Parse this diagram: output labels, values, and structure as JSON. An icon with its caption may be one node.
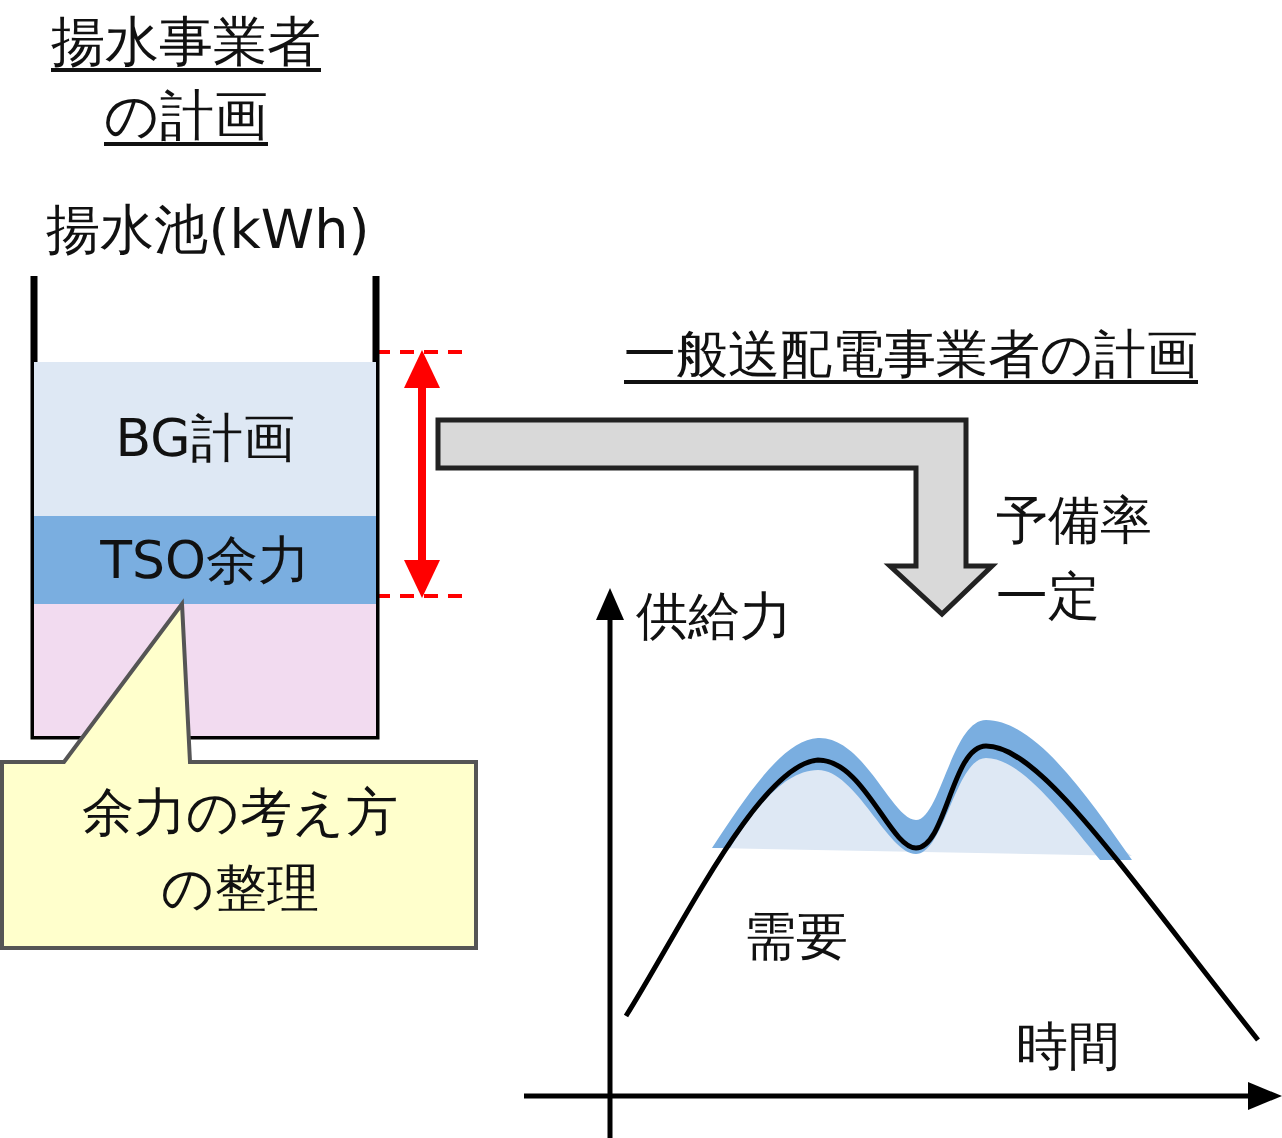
{
  "diagram": {
    "nodes": [
      {
        "text": [
          "揚水池(kWh)"
        ]
      },
      {
        "text": [
          "BG計画"
        ],
        "in": 0
      },
      {
        "text": [
          "TSO余力"
        ],
        "in": 0
      },
      {
        "text": [],
        "shape": "bar",
        "in": 0
      },
      {
        "text": [
          "余力の考え方の整理"
        ]
      }
    ],
    "labels": [
      "揚水事業者の計画",
      "一般送配電事業者の計画",
      "予備率一定",
      "供給力",
      "需要",
      "時間"
    ]
  }
}
